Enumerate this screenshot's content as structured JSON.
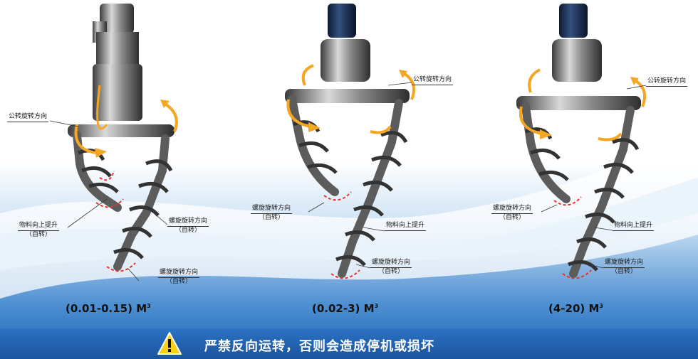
{
  "units": [
    {
      "id": "unit1",
      "capacity": "(0.01-0.15)",
      "unit": "M",
      "exponent": "3",
      "labels": {
        "revolution": "公转旋转方向",
        "material": "物料向上提升",
        "material_sub": "（自转）",
        "spiral": "螺旋旋转方向",
        "spiral_sub": "（自转）"
      }
    },
    {
      "id": "unit2",
      "capacity": "(0.02-3)",
      "unit": "M",
      "exponent": "3",
      "labels": {
        "revolution": "公转旋转方向",
        "spiral": "螺旋旋转方向",
        "spiral_sub": "（自转）",
        "material": "物料向上提升",
        "spiral2": "螺旋旋转方向",
        "spiral2_sub": "（自转）"
      }
    },
    {
      "id": "unit3",
      "capacity": "(4-20)",
      "unit": "M",
      "exponent": "3",
      "labels": {
        "revolution": "公转旋转方向",
        "spiral": "螺旋旋转方向",
        "spiral_sub": "（自转）",
        "material": "物料向上提升",
        "spiral2": "螺旋旋转方向",
        "spiral2_sub": "（自转）"
      }
    }
  ],
  "warning": {
    "icon": "warning-triangle-icon",
    "text": "严禁反向运转，否则会造成停机或损坏"
  },
  "colors": {
    "orange_arrow": "#f5a623",
    "red_arrow": "#e8322b",
    "warning_bar": "#1d5fae",
    "warning_icon": "#f7d117"
  }
}
